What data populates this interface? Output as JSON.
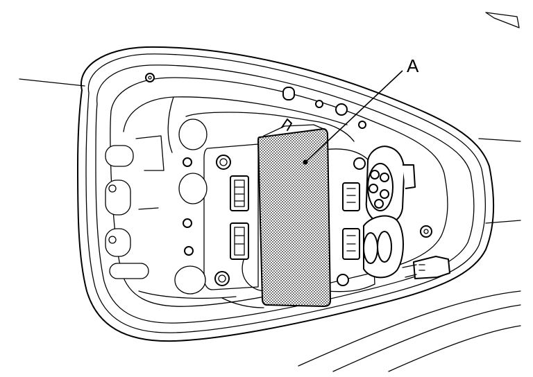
{
  "diagram": {
    "callouts": [
      {
        "id": "A",
        "text": "A"
      }
    ],
    "colors": {
      "line": "#000000",
      "background": "#ffffff",
      "highlight_pattern": "crosshatch-gray"
    }
  }
}
